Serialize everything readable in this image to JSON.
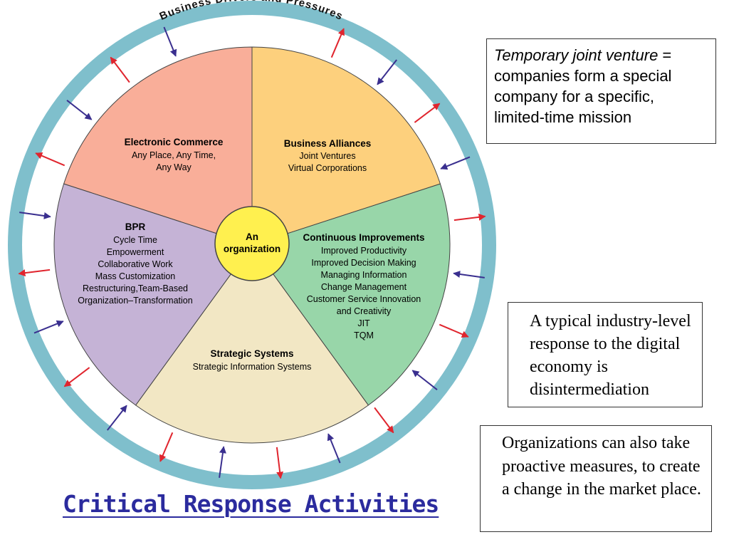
{
  "ring": {
    "label": "Business Drivers and Pressures",
    "color": "#7fbfcc"
  },
  "center": {
    "line1": "An",
    "line2": "organization",
    "color": "#fff04f"
  },
  "segments": [
    {
      "title": "Electronic Commerce",
      "lines": [
        "Any Place, Any Time,",
        "Any Way"
      ],
      "color": "#f9ae99"
    },
    {
      "title": "Business Alliances",
      "lines": [
        "Joint Ventures",
        "Virtual Corporations"
      ],
      "color": "#fdd07d"
    },
    {
      "title": "Continuous Improvements",
      "lines": [
        "Improved Productivity",
        "Improved Decision Making",
        "Managing Information",
        "Change Management",
        "Customer Service Innovation",
        "and Creativity",
        "JIT",
        "TQM"
      ],
      "color": "#98d6a9"
    },
    {
      "title": "Strategic Systems",
      "lines": [
        "Strategic Information Systems"
      ],
      "color": "#f2e7c4"
    },
    {
      "title": "BPR",
      "lines": [
        "Cycle Time",
        "Empowerment",
        "Collaborative Work",
        "Mass Customization",
        "Restructuring,Team-Based",
        "Organization–Transformation"
      ],
      "color": "#c5b3d6"
    }
  ],
  "arrows": {
    "inward_color": "#3a2f8f",
    "outward_color": "#e0252e"
  },
  "notes": {
    "joint_venture": {
      "term": "Temporary joint venture",
      "definition": " = companies form a special company for a specific, limited-time mission"
    },
    "disintermediation": "A typical industry-level response to the digital economy is disintermediation",
    "proactive": "Organizations can also take proactive measures, to create a change in the market place."
  },
  "title": "Critical Response Activities"
}
